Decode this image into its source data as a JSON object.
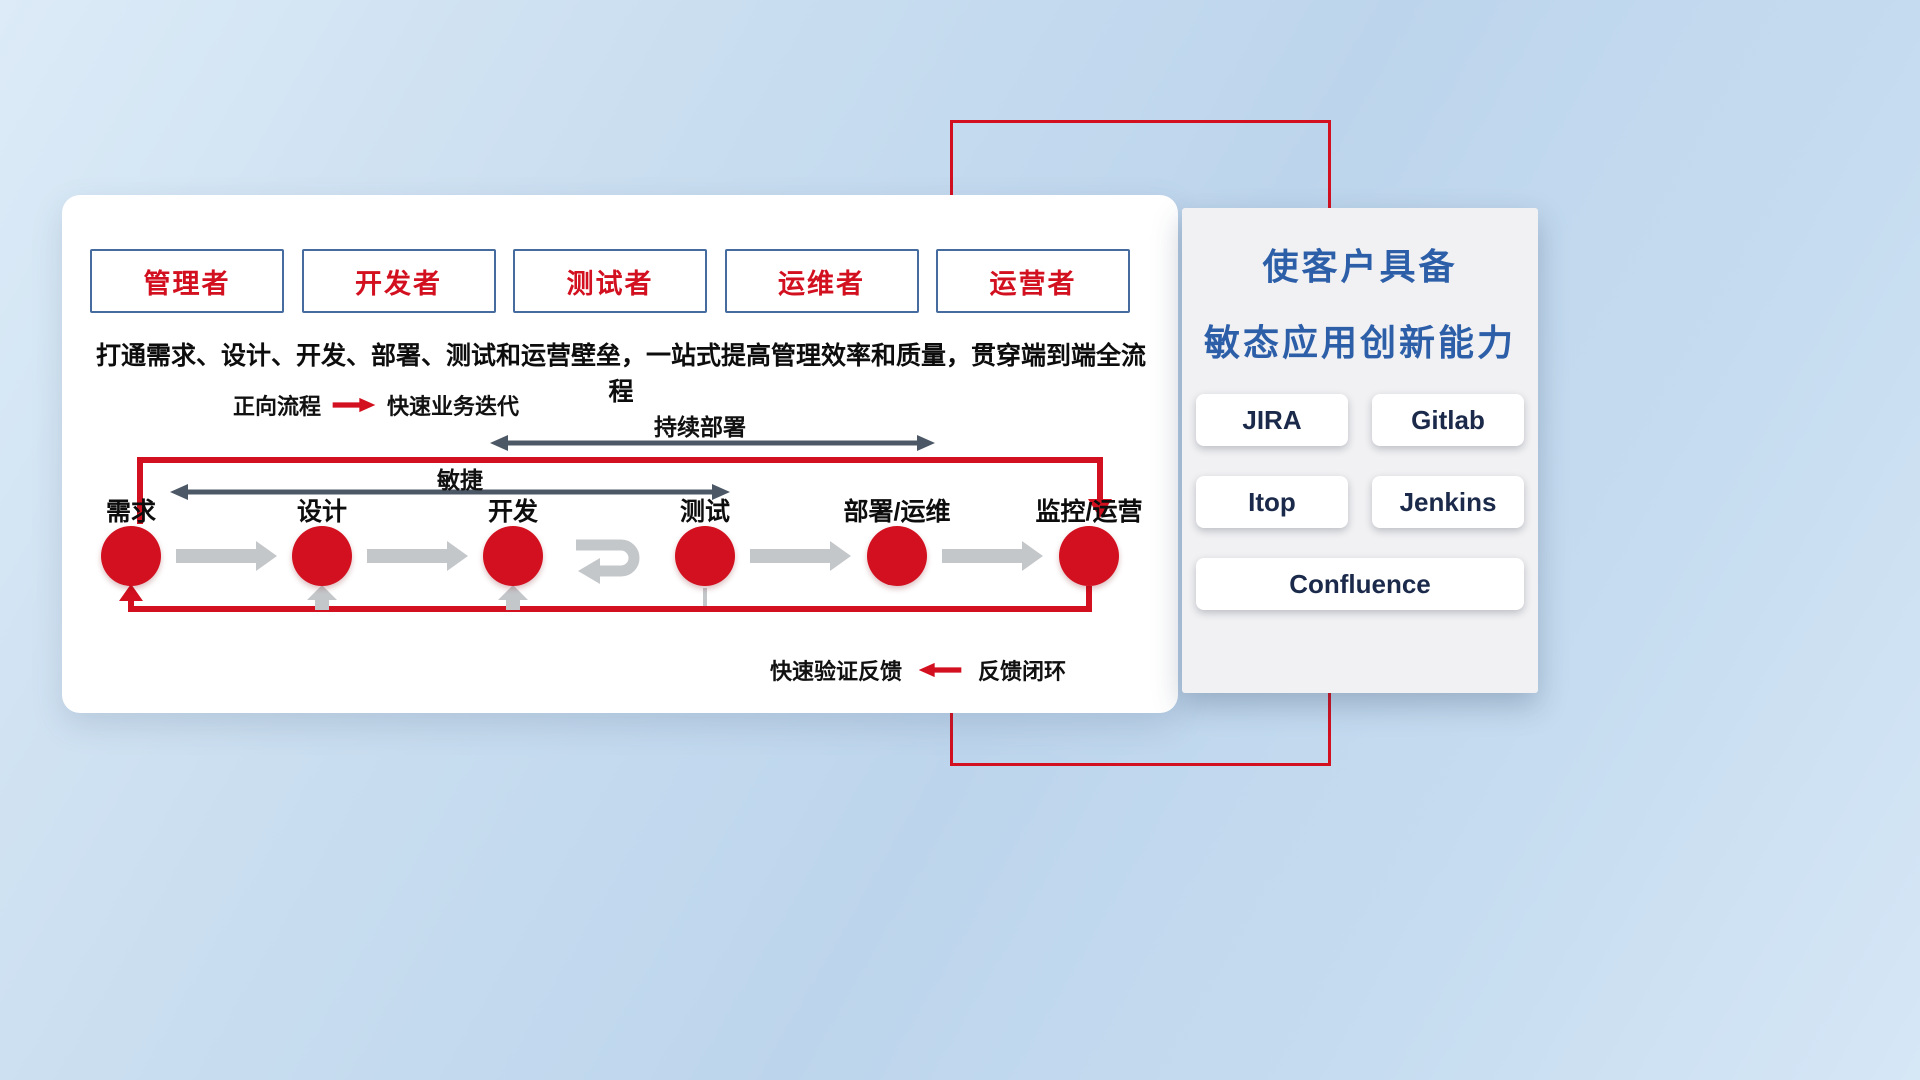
{
  "colors": {
    "red": "#d2101f",
    "dark_arrow": "#4d5866",
    "gray_arrow": "#c4c7ca",
    "blue_title": "#2d5fa9",
    "navy_text": "#1b2a4a",
    "box_border": "#466b9f"
  },
  "roles": [
    {
      "label": "管理者"
    },
    {
      "label": "开发者"
    },
    {
      "label": "测试者"
    },
    {
      "label": "运维者"
    },
    {
      "label": "运营者"
    }
  ],
  "description": "打通需求、设计、开发、部署、测试和运营壁垒，一站式提高管理效率和质量，贯穿端到端全流程",
  "forward_legend": {
    "label": "正向流程",
    "value": "快速业务迭代"
  },
  "feedback_legend": {
    "label": "快速验证反馈",
    "value": "反馈闭环"
  },
  "spans": {
    "continuous_deployment": "持续部署",
    "agile": "敏捷"
  },
  "stages": [
    {
      "label": "需求"
    },
    {
      "label": "设计"
    },
    {
      "label": "开发"
    },
    {
      "label": "测试"
    },
    {
      "label": "部署/运维"
    },
    {
      "label": "监控/运营"
    }
  ],
  "right_panel": {
    "title_line1": "使客户具备",
    "title_line2": "敏态应用创新能力",
    "tools": [
      {
        "name": "JIRA"
      },
      {
        "name": "Gitlab"
      },
      {
        "name": "Itop"
      },
      {
        "name": "Jenkins"
      },
      {
        "name": "Confluence"
      }
    ]
  }
}
